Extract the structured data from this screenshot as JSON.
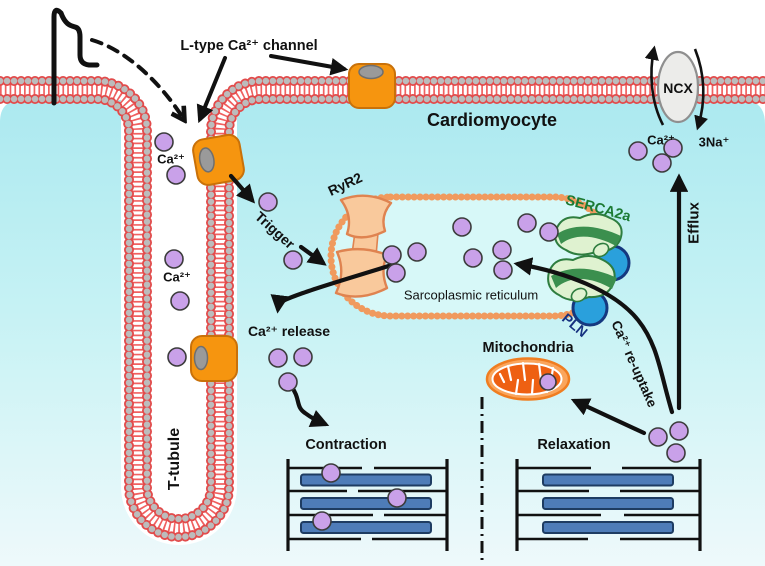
{
  "figure": {
    "type": "scientific-diagram",
    "subject": "Calcium cycling in a cardiomyocyte (excitation-contraction coupling)"
  },
  "labels": {
    "l_type_channel": "L-type Ca²⁺ channel",
    "cardiomyocyte": "Cardiomyocyte",
    "ca2": "Ca²⁺",
    "na3": "3Na⁺",
    "ncx": "NCX",
    "ryr2": "RyR2",
    "trigger": "Trigger",
    "sarcoplasmic_reticulum": "Sarcoplasmic reticulum",
    "serca2a": "SERCA2a",
    "pln": "PLN",
    "efflux": "Efflux",
    "ca_reuptake": "Ca²⁺ re-uptake",
    "ca_release": "Ca²⁺ release",
    "mitochondria": "Mitochondria",
    "contraction": "Contraction",
    "relaxation": "Relaxation",
    "t_tubule": "T-tubule"
  },
  "colors": {
    "cytosol_top": "#ace9f0",
    "cytosol_bottom": "#eef9fb",
    "membrane_red": "#e24b4b",
    "membrane_bead_gray": "#bcbcbc",
    "calcium_purple": "#c9a1e9",
    "channel_orange": "#f6950f",
    "sr_border_orange": "#f09a5e",
    "sr_fill": "#d7f8f8",
    "ryr2_peach": "#f9c99c",
    "serca_dark_green": "#3b8f4e",
    "serca_light_green": "#dff2d0",
    "pln_blue": "#2aa0dc",
    "mitochondria_orange": "#ee6012",
    "myosin_blue": "#4e7cb8",
    "ncx_gray": "#ececea",
    "arrow_black": "#111111"
  }
}
